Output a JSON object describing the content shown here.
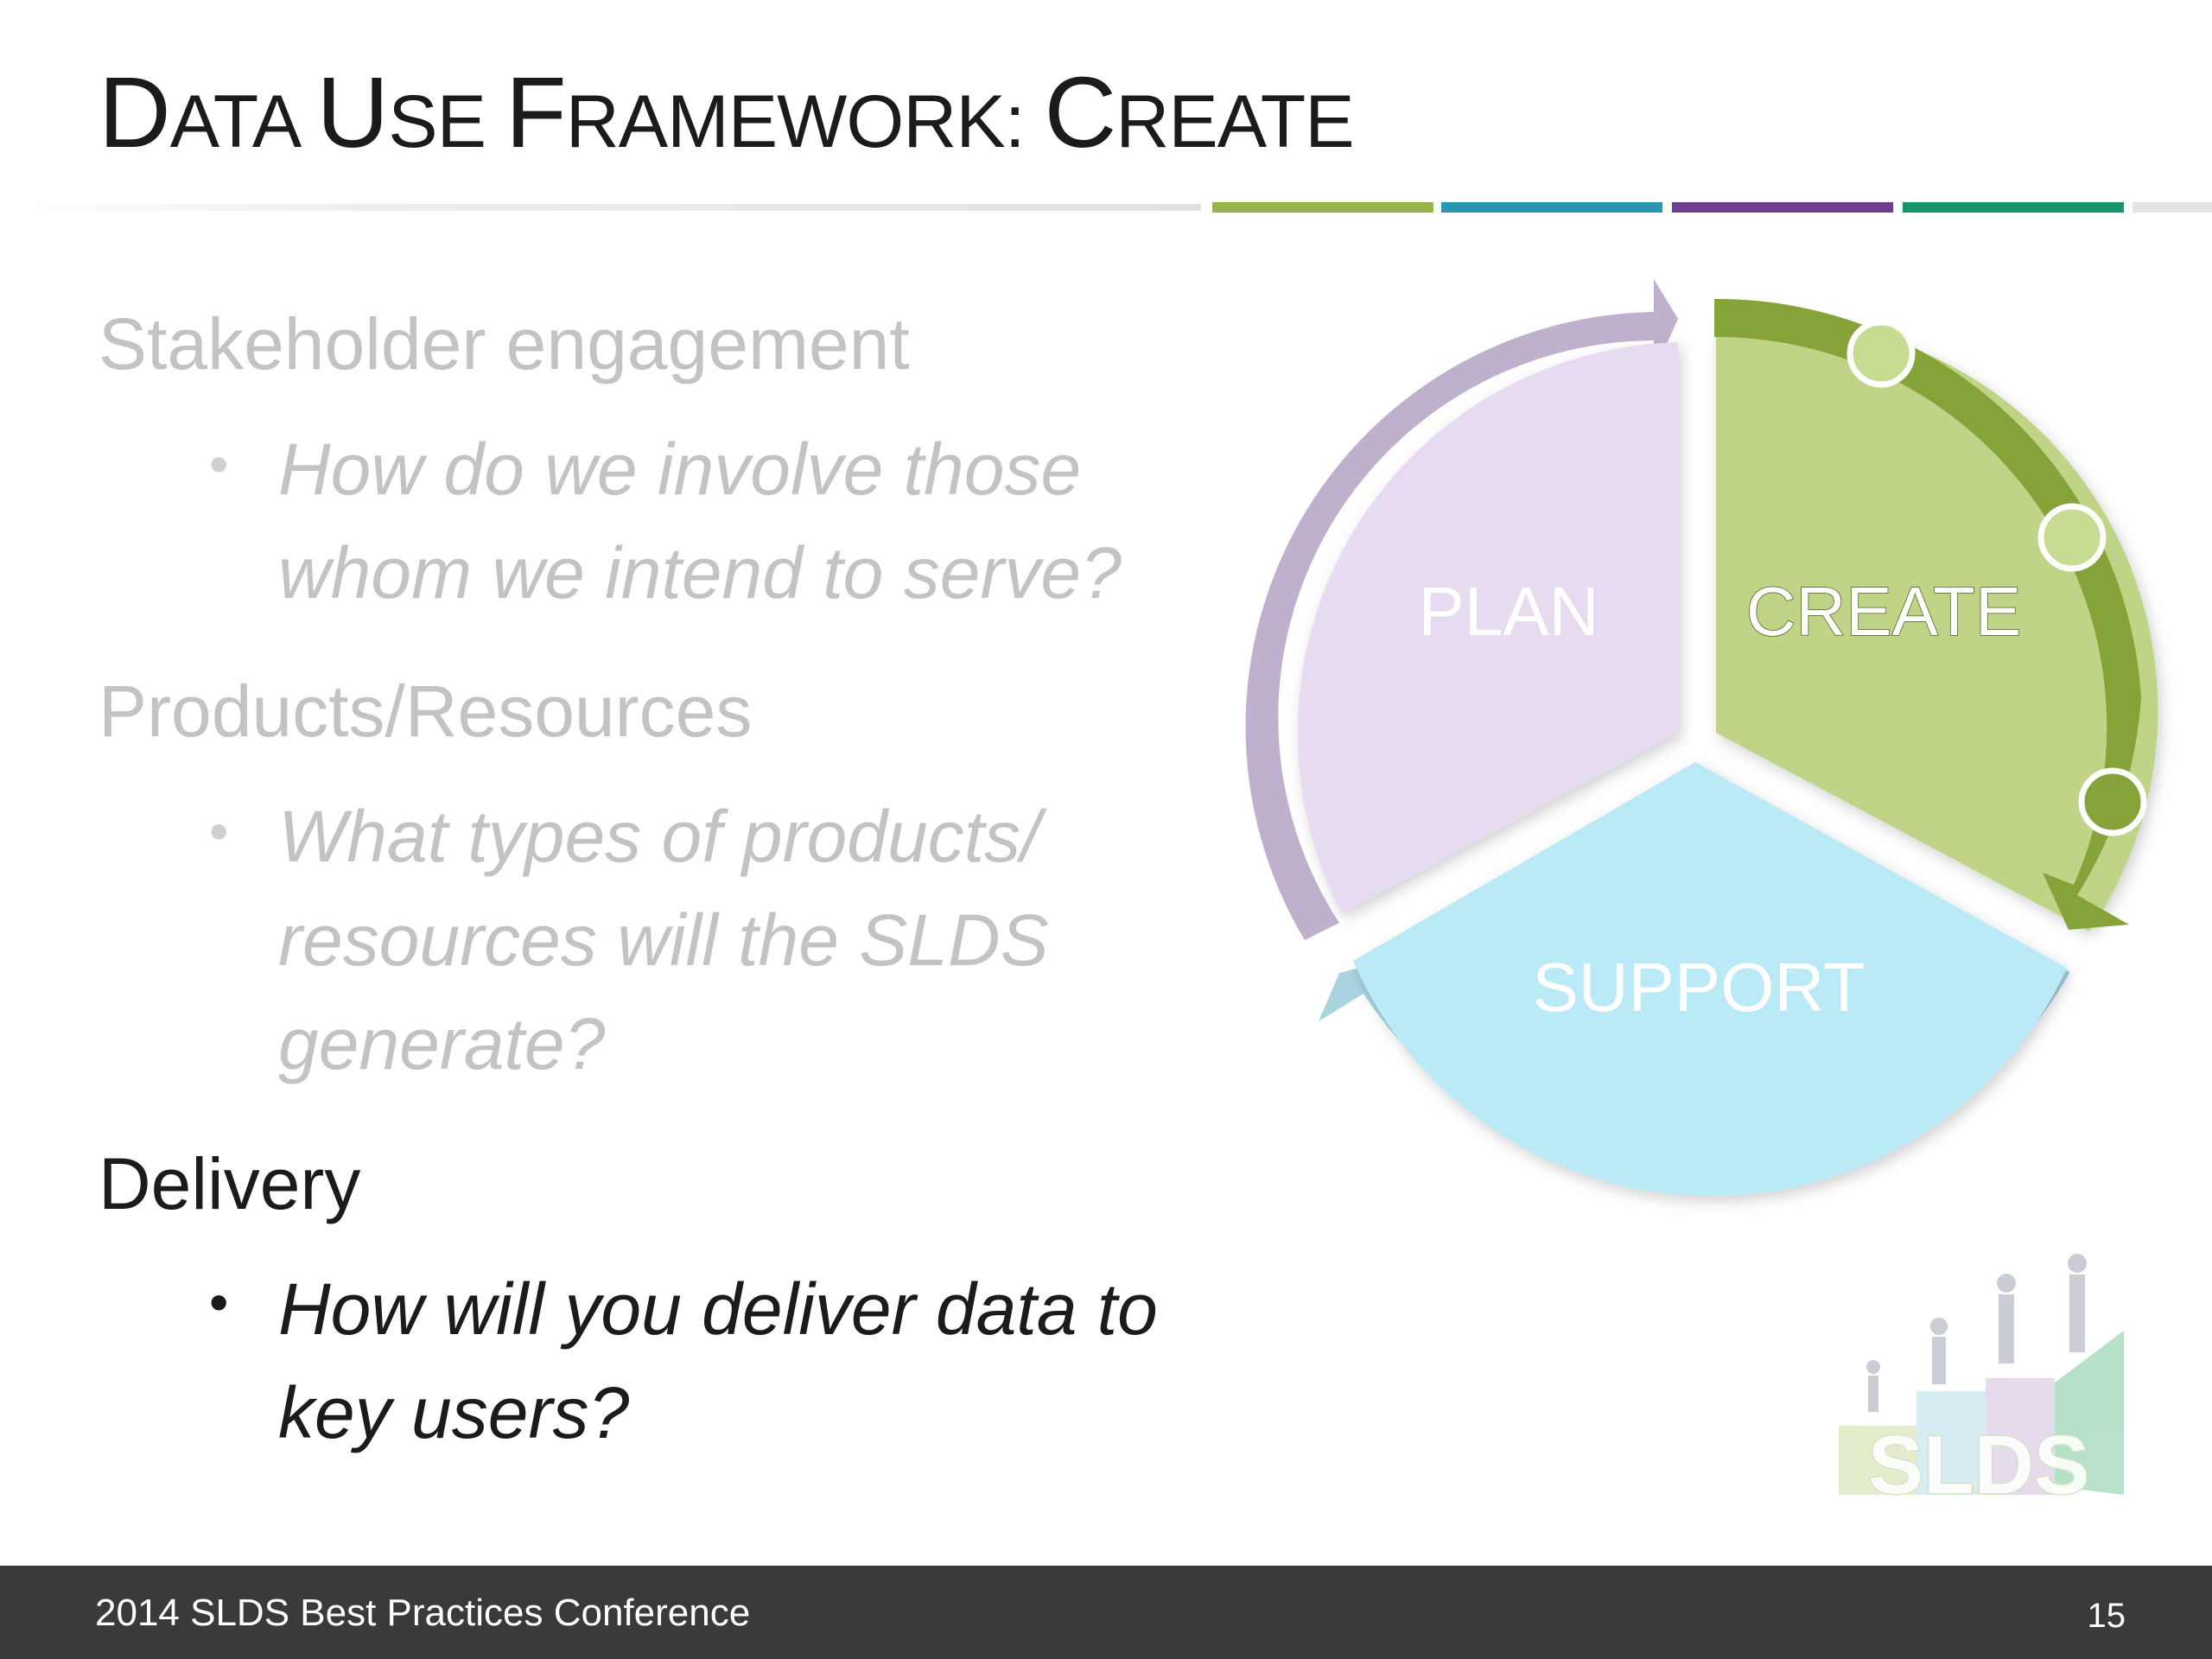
{
  "title": {
    "part1_big": "D",
    "part1_rest": "ATA ",
    "part2_big": "U",
    "part2_rest": "SE ",
    "part3_big": "F",
    "part3_rest": "RAMEWORK: ",
    "part4_big": "C",
    "part4_rest": "REATE"
  },
  "accent_colors": [
    "#9ab24a",
    "#2a97b2",
    "#6e3f8f",
    "#17956a",
    "#e4e4e4"
  ],
  "sections": [
    {
      "heading": "Stakeholder engagement",
      "bullet": "How do we involve those\nwhom we intend to serve?",
      "active": false
    },
    {
      "heading": "Products/Resources",
      "bullet": "What types of products/\nresources will the SLDS\ngenerate?",
      "active": false
    },
    {
      "heading": "Delivery",
      "bullet": "How will you deliver data to\nkey users?",
      "active": true
    }
  ],
  "bullet_char": "•",
  "diagram": {
    "plan_label": "PLAN",
    "create_label": "CREATE",
    "support_label": "SUPPORT",
    "colors": {
      "plan_fill": "#e7dbf1",
      "plan_arrow": "#bfb0cd",
      "create_fill": "#bfd486",
      "create_arrow": "#86a33a",
      "support_fill": "#bbeaf7",
      "support_arrow": "#a8d4e0"
    }
  },
  "logo": {
    "text": "SLDS"
  },
  "footer": {
    "conference": "2014 SLDS Best Practices Conference",
    "page": "15"
  }
}
